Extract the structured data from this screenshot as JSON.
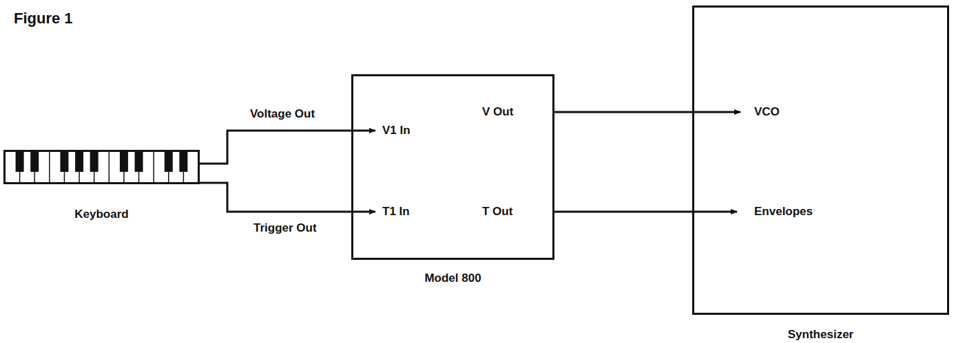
{
  "diagram": {
    "title": "Figure 1",
    "nodes": [
      {
        "text": [
          "Keyboard"
        ]
      },
      {
        "text": [
          "Model 800"
        ]
      },
      {
        "text": [
          "Synthesizer"
        ]
      }
    ],
    "edges": [
      {
        "from": 0,
        "to": 1,
        "label": "Voltage Out",
        "arrow": "to"
      },
      {
        "from": 0,
        "to": 1,
        "label": "Trigger Out",
        "arrow": "to"
      },
      {
        "from": 1,
        "to": 2,
        "arrow": "to"
      },
      {
        "from": 1,
        "to": 2,
        "arrow": "to"
      }
    ],
    "labels": [
      "V1 In",
      "T1 In",
      "V Out",
      "T Out",
      "VCO",
      "Envelopes"
    ]
  }
}
